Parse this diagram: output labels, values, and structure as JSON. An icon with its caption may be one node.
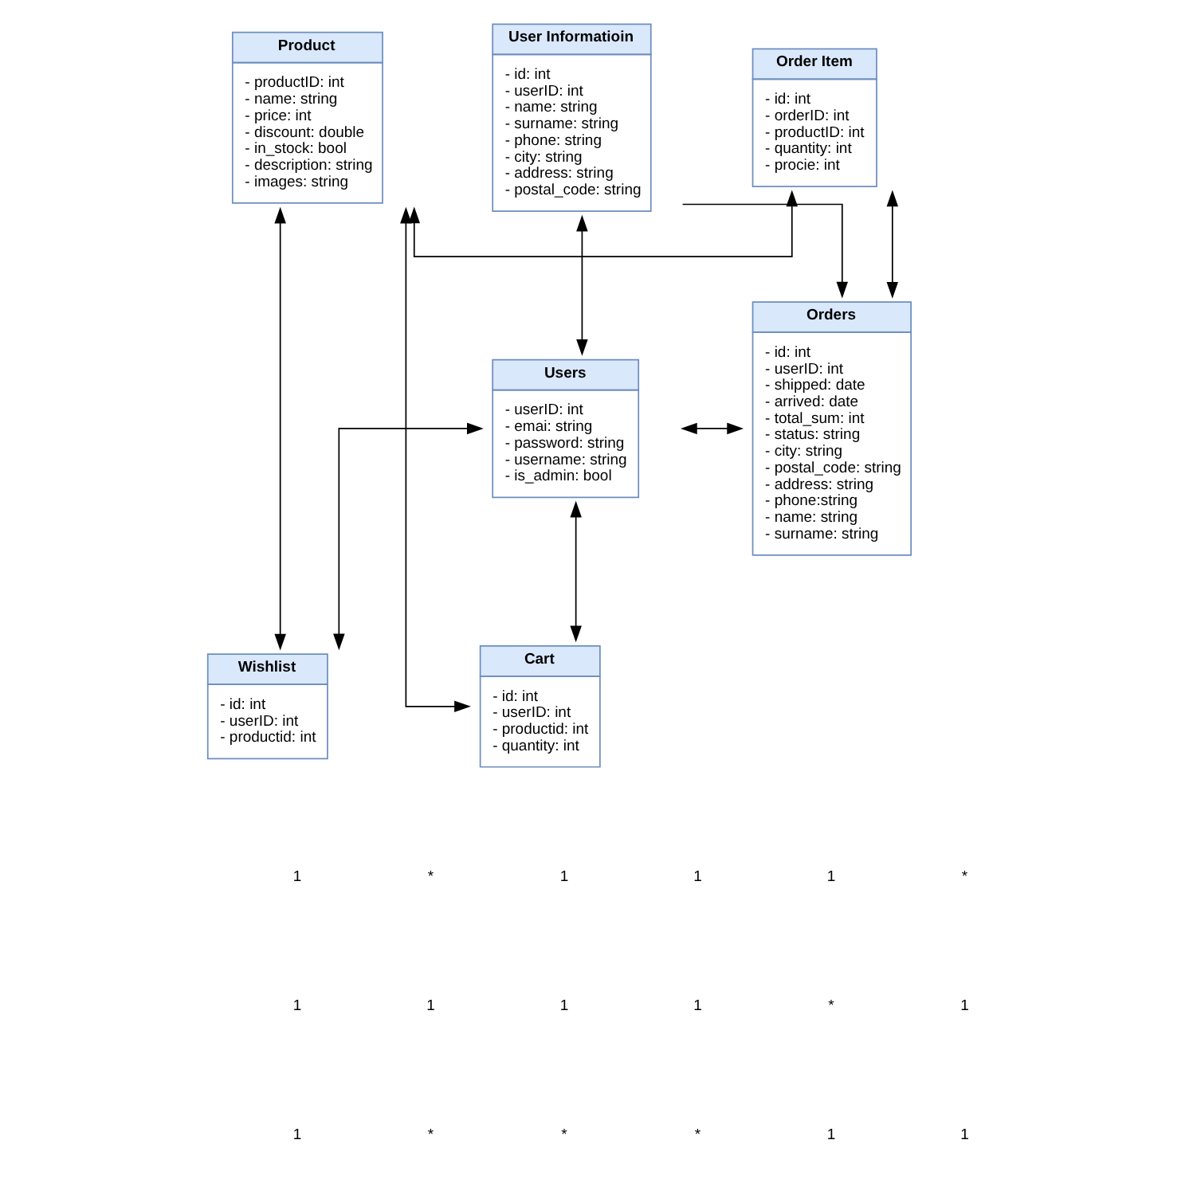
{
  "diagram": {
    "nodes": [
      {
        "text": [
          "User Informatioin",
          "- id: int",
          "- userID: int",
          "- name: string",
          "- surname: string",
          "- phone: string",
          "- city: string",
          "- address: string",
          "- postal_code: string"
        ]
      },
      {
        "text": [
          "Order Item",
          "- id: int",
          "- orderID: int",
          "- productID: int",
          "- quantity: int",
          "- procie: int"
        ]
      },
      {
        "text": [
          "Product",
          "- productID: int",
          "- name: string",
          "- price: int",
          "- discount: double",
          "- in_stock: bool",
          "- description: string",
          "- images: string"
        ]
      },
      {
        "text": [
          "Users",
          "- userID: int",
          "- emai: string",
          "- password: string",
          "- username: string",
          "- is_admin: bool"
        ]
      },
      {
        "text": [
          "Orders",
          "- id: int",
          "- userID: int",
          "- shipped: date",
          "- arrived: date",
          "- total_sum: int",
          "- status: string",
          "- city: string",
          "- postal_code: string",
          "- address: string",
          "- phone:string",
          "- name: string",
          "- surname: string"
        ]
      },
      {
        "text": [
          "Wishlist",
          "- id: int",
          "- userID: int",
          "- productid: int"
        ]
      },
      {
        "text": [
          "Cart",
          "- id: int",
          "- userID: int",
          "- productid: int",
          "- quantity: int"
        ]
      }
    ],
    "edges": [
      {
        "from": 0,
        "to": 4,
        "arrow": "to"
      },
      {
        "from": 0,
        "to": 3,
        "arrow": "both"
      },
      {
        "from": 2,
        "to": 1,
        "arrow": "both"
      },
      {
        "from": 1,
        "to": 4,
        "arrow": "both"
      },
      {
        "from": 3,
        "to": 4,
        "arrow": "both"
      },
      {
        "from": 2,
        "to": 5,
        "arrow": "both"
      },
      {
        "from": 2,
        "to": 6,
        "arrow": "both"
      },
      {
        "from": 3,
        "to": 5,
        "arrow": "both"
      },
      {
        "from": 3,
        "to": 6,
        "arrow": "both"
      }
    ],
    "labels": [
      "1",
      "*",
      "1",
      "1",
      "1",
      "*",
      "1",
      "1",
      "1",
      "1",
      "*",
      "1",
      "1",
      "*",
      "*",
      "*",
      "1",
      "1"
    ]
  }
}
